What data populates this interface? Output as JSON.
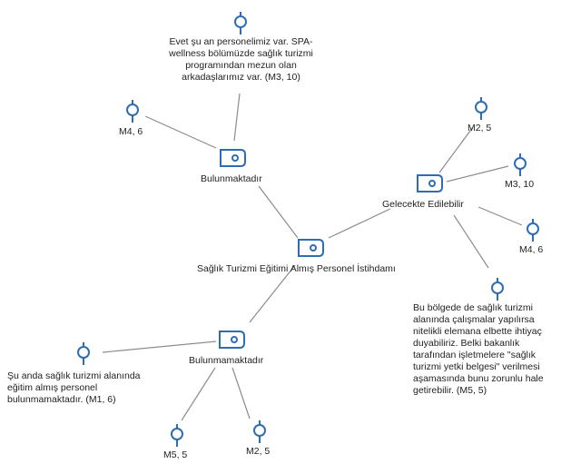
{
  "colors": {
    "node_stroke": "#2e6db4",
    "edge": "#8c8c8c",
    "text": "#222222"
  },
  "icons": {
    "code_node": "tag-icon",
    "quotation_node": "pin-icon"
  },
  "center": {
    "label": "Sağlık Turizmi Eğitimi Almış Personel İstihdamı"
  },
  "codes": {
    "bulunmaktadir": {
      "label": "Bulunmaktadır"
    },
    "gelecekte": {
      "label": "Gelecekte Edilebilir"
    },
    "bulunmamaktadir": {
      "label": "Bulunmamaktadır"
    }
  },
  "pins": {
    "m4_6_top": {
      "label": "M4, 6"
    },
    "m2_5_right": {
      "label": "M2, 5"
    },
    "m3_10": {
      "label": "M3, 10"
    },
    "m4_6_right": {
      "label": "M4, 6"
    },
    "m5_5": {
      "label": "M5, 5"
    },
    "m2_5_bottom": {
      "label": "M2, 5"
    }
  },
  "quotes": {
    "top": {
      "lines": [
        "Evet şu an personelimiz var. SPA-",
        "wellness bölümüzde sağlık turizmi",
        "programından mezun olan",
        "arkadaşlarımız var. (M3, 10)"
      ]
    },
    "right": {
      "lines": [
        "Bu bölgede de sağlık turizmi",
        "alanında çalışmalar yapılırsa",
        "nitelikli elemana elbette ihtiyaç",
        "duyabiliriz. Belki bakanlık",
        "tarafından işletmelere \"sağlık",
        "turizmi yetki belgesi\" verilmesi",
        "aşamasında bunu zorunlu hale",
        "getirebilir. (M5, 5)"
      ]
    },
    "left": {
      "lines": [
        "Şu anda sağlık turizmi alanında",
        "eğitim almış personel",
        "bulunmamaktadır. (M1, 6)"
      ]
    }
  }
}
